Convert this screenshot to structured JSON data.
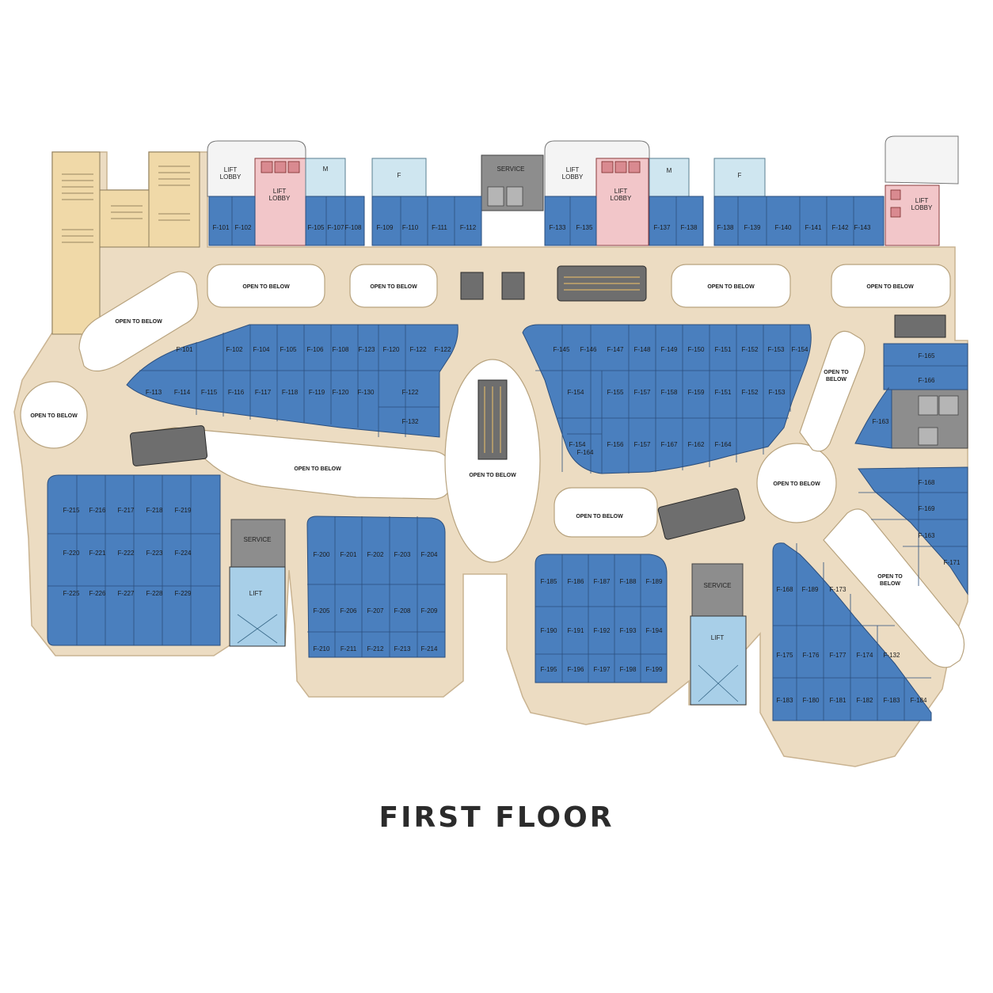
{
  "title": "FIRST FLOOR",
  "colors": {
    "background": "#ffffff",
    "concourse": "#ecdcc2",
    "shop": "#4a7fbe",
    "shop_line": "#2c4f7d",
    "open": "#ffffff",
    "lift": "#f2c6c9",
    "toilet": "#cfe6f0",
    "service": "#8a8a8a",
    "stairs": "#f0d9a8"
  },
  "labels": {
    "open": "OPEN TO BELOW",
    "lift_lobby_1": "LIFT",
    "lift_lobby_2": "LOBBY",
    "service": "SERVICE",
    "lift": "LIFT",
    "toilet_m": "M",
    "toilet_f": "F"
  },
  "shops": {
    "top_left": [
      "F-101",
      "F-102",
      "F-105",
      "F-107",
      "F-108",
      "F-109",
      "F-110",
      "F-111",
      "F-112"
    ],
    "top_right": [
      "F-133",
      "F-135",
      "F-137",
      "F-138",
      "F-138",
      "F-139",
      "F-140",
      "F-141",
      "F-142",
      "F-143"
    ],
    "west_row1": [
      "F-101",
      "F-102",
      "F-104",
      "F-105",
      "F-106",
      "F-108",
      "F-123",
      "F-120",
      "F-122",
      "F-122"
    ],
    "west_row2": [
      "F-113",
      "F-114",
      "F-115",
      "F-116",
      "F-117",
      "F-118",
      "F-119",
      "F-120",
      "F-130",
      "F-122"
    ],
    "west_extra": [
      "F-132"
    ],
    "east_row1": [
      "F-145",
      "F-146",
      "F-147",
      "F-148",
      "F-149",
      "F-150",
      "F-151",
      "F-152",
      "F-153",
      "F-154"
    ],
    "east_row2": [
      "F-154",
      "F-155",
      "F-157",
      "F-158",
      "F-159",
      "F-151",
      "F-152",
      "F-153"
    ],
    "east_row3": [
      "F-154",
      "F-156",
      "F-157",
      "F-167",
      "F-162",
      "F-164"
    ],
    "east_extra": [
      "F-164"
    ],
    "far_east": [
      "F-165",
      "F-166",
      "F-163"
    ],
    "sw_grid": [
      "F-215",
      "F-216",
      "F-217",
      "F-218",
      "F-219",
      "F-220",
      "F-221",
      "F-222",
      "F-223",
      "F-224",
      "F-225",
      "F-226",
      "F-227",
      "F-228",
      "F-229"
    ],
    "mid_grid": [
      "F-200",
      "F-201",
      "F-202",
      "F-203",
      "F-204",
      "F-205",
      "F-206",
      "F-207",
      "F-208",
      "F-209",
      "F-210",
      "F-211",
      "F-212",
      "F-213",
      "F-214"
    ],
    "south_grid": [
      "F-185",
      "F-186",
      "F-187",
      "F-188",
      "F-189",
      "F-190",
      "F-191",
      "F-192",
      "F-193",
      "F-194",
      "F-195",
      "F-196",
      "F-197",
      "F-198",
      "F-199"
    ],
    "se_top": [
      "F-168",
      "F-189",
      "F-173"
    ],
    "se_mid": [
      "F-175",
      "F-176",
      "F-177",
      "F-174",
      "F-132"
    ],
    "se_bot": [
      "F-183",
      "F-180",
      "F-181",
      "F-182",
      "F-183",
      "F-184"
    ],
    "right_strip": [
      "F-168",
      "F-169",
      "F-163",
      "F-171"
    ]
  }
}
